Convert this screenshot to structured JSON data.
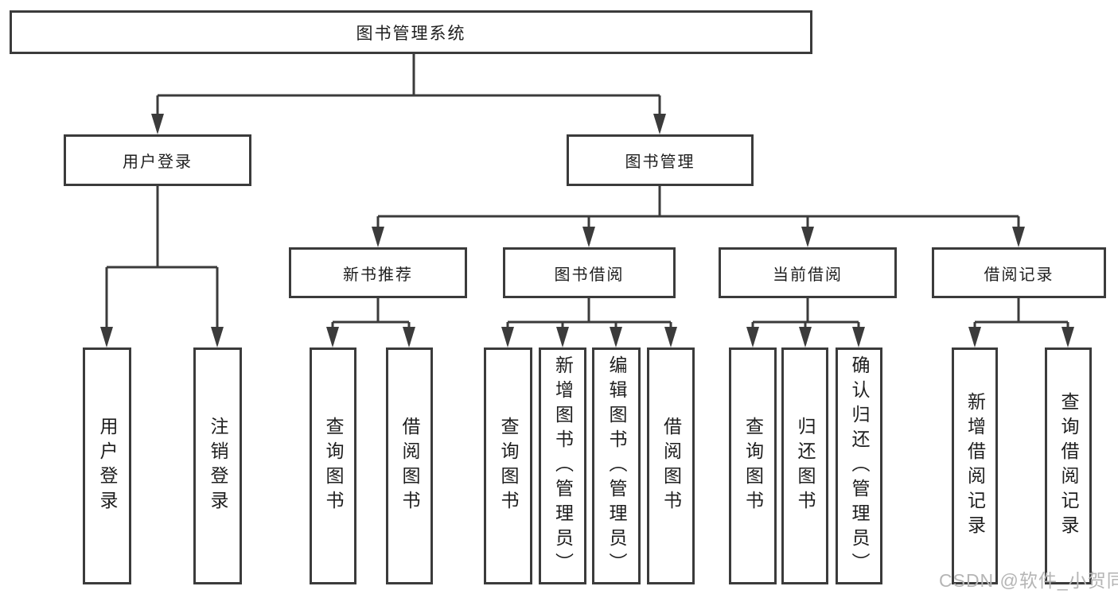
{
  "colors": {
    "line": "#3b3b3b",
    "text": "#1e1e1e",
    "watermark": "#b5b5b5",
    "background": "#ffffff"
  },
  "watermark": "CSDN @软件_小贺同学",
  "tree": {
    "root": {
      "label": "图书管理系统"
    },
    "children": [
      {
        "label": "用户登录",
        "children": [
          {
            "label": "用户登录"
          },
          {
            "label": "注销登录"
          }
        ]
      },
      {
        "label": "图书管理",
        "children": [
          {
            "label": "新书推荐",
            "children": [
              {
                "label": "查询图书"
              },
              {
                "label": "借阅图书"
              }
            ]
          },
          {
            "label": "图书借阅",
            "children": [
              {
                "label": "查询图书"
              },
              {
                "label": "新增图书（管理员）"
              },
              {
                "label": "编辑图书（管理员）"
              },
              {
                "label": "借阅图书"
              }
            ]
          },
          {
            "label": "当前借阅",
            "children": [
              {
                "label": "查询图书"
              },
              {
                "label": "归还图书"
              },
              {
                "label": "确认归还（管理员）"
              }
            ]
          },
          {
            "label": "借阅记录",
            "children": [
              {
                "label": "新增借阅记录"
              },
              {
                "label": "查询借阅记录"
              }
            ]
          }
        ]
      }
    ]
  }
}
